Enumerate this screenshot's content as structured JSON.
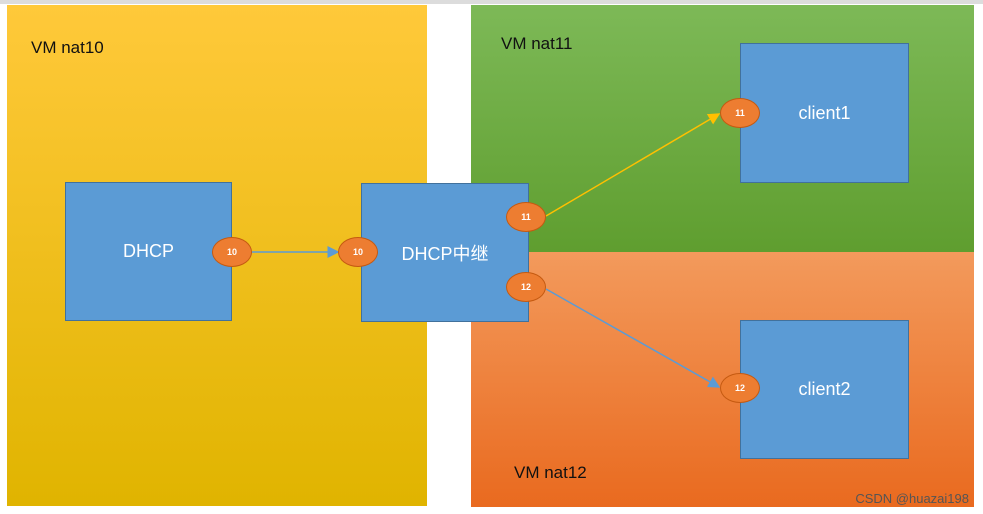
{
  "zones": {
    "nat10": {
      "label": "VM nat10",
      "color_top": "#ffc93a",
      "color_bottom": "#e0b400"
    },
    "nat11": {
      "label": "VM nat11",
      "color_top": "#7db957",
      "color_bottom": "#5f9e2f"
    },
    "nat12": {
      "label": "VM nat12",
      "color_top": "#f39a5c",
      "color_bottom": "#e96a1f"
    }
  },
  "nodes": {
    "dhcp": "DHCP",
    "relay": "DHCP中继",
    "client1": "client1",
    "client2": "client2"
  },
  "ports": {
    "dhcp_out": "10",
    "relay_in": "10",
    "relay_out11": "11",
    "relay_out12": "12",
    "client1_in": "11",
    "client2_in": "12"
  },
  "links": {
    "nat10_color": "#5b9bd5",
    "nat11_color": "#ffc000",
    "nat12_color": "#5b9bd5"
  },
  "watermark": "CSDN @huazai198"
}
